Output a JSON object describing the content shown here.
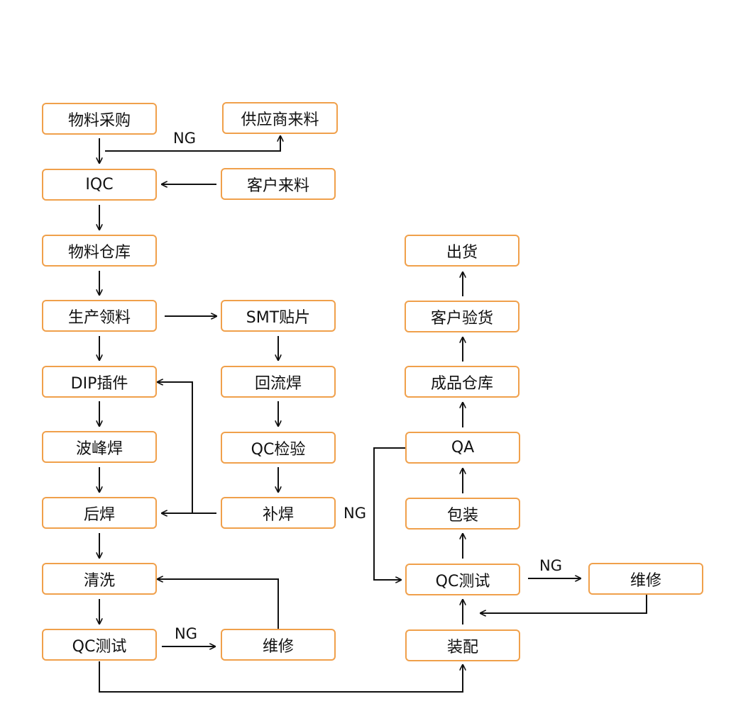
{
  "colors": {
    "box_border": "#f0a04b",
    "line": "#111111",
    "text": "#111111"
  },
  "nodes": {
    "purchase": "物料采购",
    "supplier": "供应商来料",
    "iqc": "IQC",
    "customer_material": "客户来料",
    "material_warehouse": "物料仓库",
    "production_picking": "生产领料",
    "smt": "SMT贴片",
    "dip": "DIP插件",
    "reflow": "回流焊",
    "wave": "波峰焊",
    "qc_inspect": "QC检验",
    "post_solder": "后焊",
    "touch_up": "补焊",
    "cleaning": "清洗",
    "qc_test_left": "QC测试",
    "repair_left": "维修",
    "shipping": "出货",
    "customer_accept": "客户验货",
    "finished_warehouse": "成品仓库",
    "qa": "QA",
    "packing": "包装",
    "qc_test_right": "QC测试",
    "repair_right": "维修",
    "assembly": "装配"
  },
  "labels": {
    "ng_supplier": "NG",
    "ng_touchup": "NG",
    "ng_repair_right": "NG",
    "ng_repair_left": "NG"
  }
}
